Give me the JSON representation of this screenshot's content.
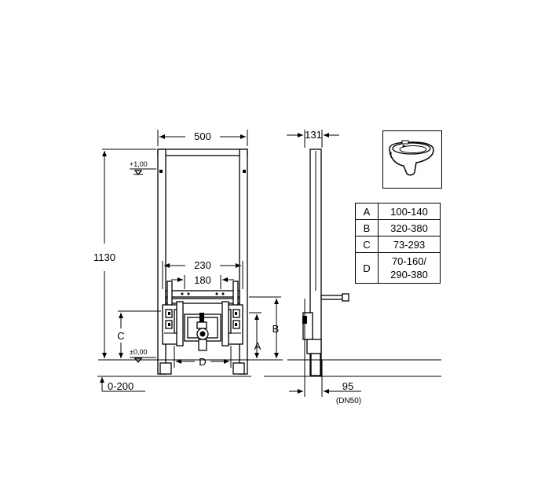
{
  "dimensions": {
    "frame_width": "500",
    "frame_depth": "131",
    "height": "1130",
    "spacing_outer": "230",
    "spacing_inner": "180",
    "level_top": "+1,00",
    "level_zero": "±0,00",
    "adjust_range": "0-200",
    "pipe_offset": "95",
    "pipe_spec": "(DN50)"
  },
  "labels": {
    "a": "A",
    "b": "B",
    "c": "C",
    "d": "D"
  },
  "legend": [
    {
      "key": "A",
      "value": "100-140"
    },
    {
      "key": "B",
      "value": "320-380"
    },
    {
      "key": "C",
      "value": "73-293"
    },
    {
      "key": "D",
      "value": "70-160/",
      "value2": "290-380"
    }
  ],
  "icons": {
    "fixture": "wall-hung-bidet-icon"
  }
}
